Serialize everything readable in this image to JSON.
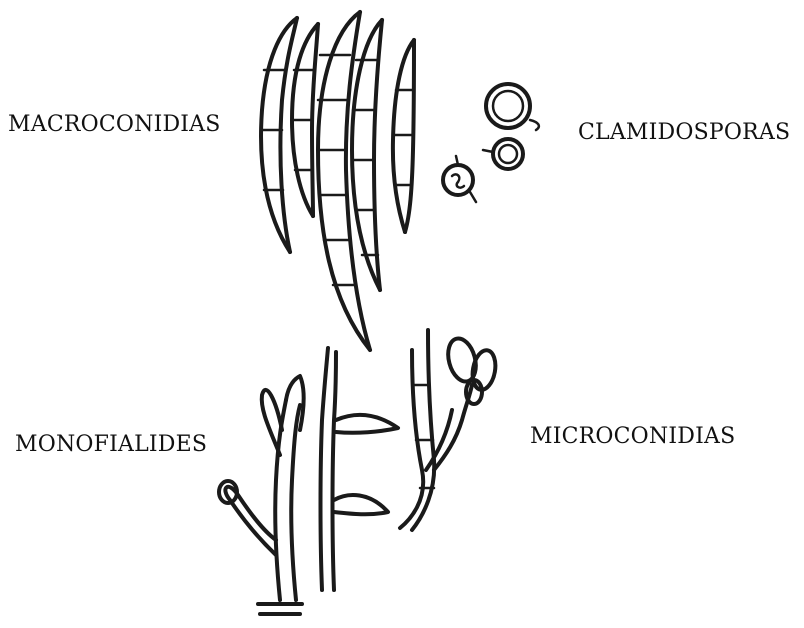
{
  "labels": {
    "macroconidias": "MACROCONIDIAS",
    "clamidosporas": "CLAMIDOSPORAS",
    "monofialides": "MONOFIALIDES",
    "microconidias": "MICROCONIDIAS"
  },
  "colors": {
    "ink": "#1a1a1a",
    "background": "#ffffff"
  }
}
